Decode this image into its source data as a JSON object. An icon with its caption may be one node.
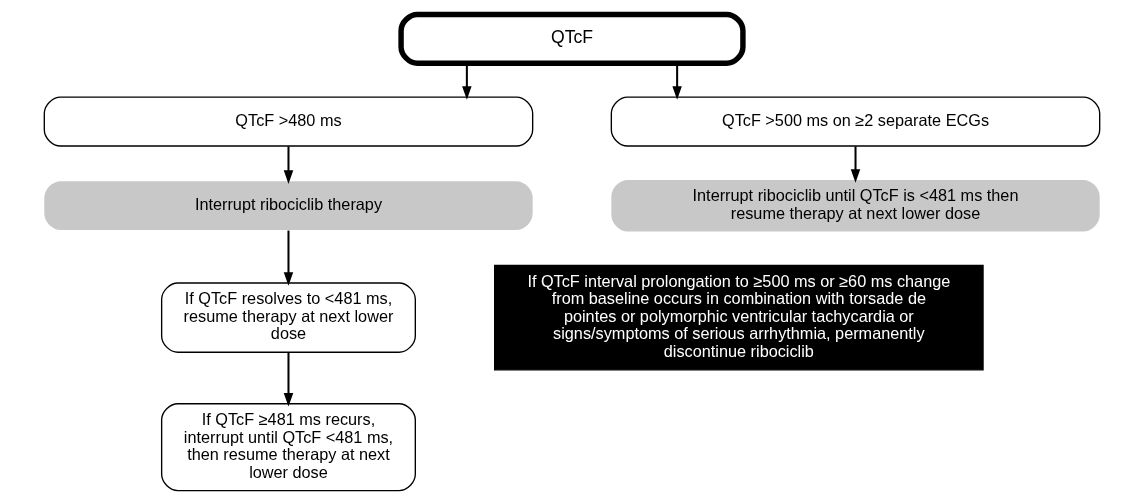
{
  "diagram": {
    "nodes": [
      {
        "text": [
          "QTcF"
        ]
      },
      {
        "text": [
          "QTcF >480 ms"
        ]
      },
      {
        "text": [
          "QTcF >500 ms on ≥2 separate ECGs"
        ]
      },
      {
        "text": [
          "Interrupt ribociclib therapy"
        ]
      },
      {
        "text": [
          "Interrupt ribociclib until QTcF is <481 ms then resume therapy at next lower dose"
        ]
      },
      {
        "text": [
          "If QTcF resolves to <481 ms, resume therapy at next lower dose"
        ]
      },
      {
        "text": [
          "If QTcF ≥481 ms recurs, interrupt until QTcF <481 ms, then resume therapy at next lower dose"
        ]
      },
      {
        "text": [
          "If QTcF interval prolongation to ≥500 ms or ≥60 ms change from baseline occurs in combination with torsade de pointes or polymorphic ventricular tachycardia or signs/symptoms of serious arrhythmia, permanently discontinue ribociclib"
        ]
      }
    ],
    "edges": [
      {
        "from": 0,
        "to": 1,
        "arrow": "to"
      },
      {
        "from": 0,
        "to": 2,
        "arrow": "to"
      },
      {
        "from": 1,
        "to": 3,
        "arrow": "to"
      },
      {
        "from": 2,
        "to": 4,
        "arrow": "to"
      },
      {
        "from": 3,
        "to": 5,
        "arrow": "to"
      },
      {
        "from": 5,
        "to": 6,
        "arrow": "to"
      }
    ]
  }
}
